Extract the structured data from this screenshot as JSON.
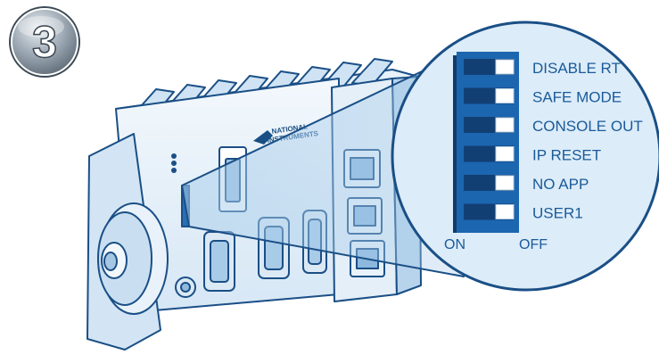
{
  "step_badge": {
    "number": "3",
    "icon": "step-number-badge"
  },
  "brand": {
    "line1": "NATIONAL",
    "line2": "INSTRUMENTS"
  },
  "dip_switch": {
    "switches": [
      {
        "label": "DISABLE RT",
        "state": "off"
      },
      {
        "label": "SAFE MODE",
        "state": "off"
      },
      {
        "label": "CONSOLE OUT",
        "state": "off"
      },
      {
        "label": "IP RESET",
        "state": "off"
      },
      {
        "label": "NO APP",
        "state": "off"
      },
      {
        "label": "USER1",
        "state": "off"
      }
    ],
    "on_label": "ON",
    "off_label": "OFF"
  },
  "colors": {
    "outline": "#1a4f86",
    "device_light": "#eef5fb",
    "device_mid": "#c9e0f2",
    "device_dark": "#8cb6dc",
    "magnifier_fill": "#dcecf8",
    "switch_body": "#1c66b0",
    "switch_slot": "#123f73",
    "switch_knob": "#ffffff",
    "label_text": "#1a5a9a"
  }
}
